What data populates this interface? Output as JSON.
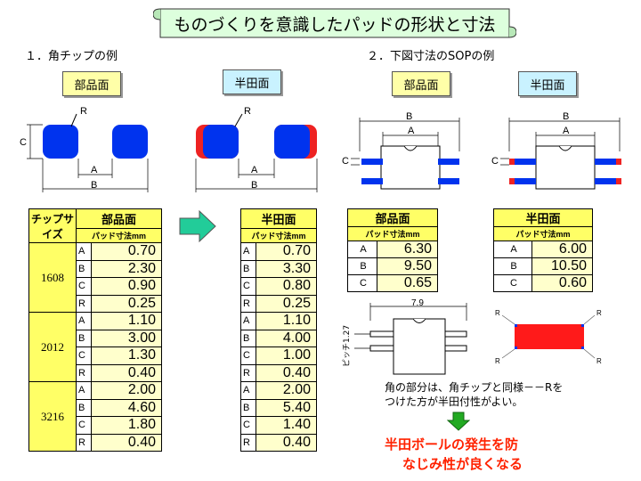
{
  "title": "ものづくりを意識したパッドの形状と寸法",
  "section1": "１．角チップの例",
  "section2": "２．下図寸法のSOPの例",
  "labels": {
    "component_side": "部品面",
    "solder_side": "半田面"
  },
  "diagram_letters": {
    "r": "R",
    "c": "C",
    "a": "A",
    "b": "B"
  },
  "sop_dims": {
    "width": "7.9",
    "pitch": "ピッチ1.27"
  },
  "chip_table": {
    "size_header": "チップサイズ",
    "component_header": "部品面",
    "solder_header": "半田面",
    "pad_dim": "パッド寸法mm",
    "groups": [
      {
        "size": "1608",
        "rows": [
          {
            "l": "A",
            "comp": "0.70",
            "solder": "0.70"
          },
          {
            "l": "B",
            "comp": "2.30",
            "solder": "3.30"
          },
          {
            "l": "C",
            "comp": "0.90",
            "solder": "0.80"
          },
          {
            "l": "R",
            "comp": "0.25",
            "solder": "0.25"
          }
        ]
      },
      {
        "size": "2012",
        "rows": [
          {
            "l": "A",
            "comp": "1.10",
            "solder": "1.10"
          },
          {
            "l": "B",
            "comp": "3.00",
            "solder": "4.00"
          },
          {
            "l": "C",
            "comp": "1.30",
            "solder": "1.00"
          },
          {
            "l": "R",
            "comp": "0.40",
            "solder": "0.40"
          }
        ]
      },
      {
        "size": "3216",
        "rows": [
          {
            "l": "A",
            "comp": "2.00",
            "solder": "2.00"
          },
          {
            "l": "B",
            "comp": "4.60",
            "solder": "5.40"
          },
          {
            "l": "C",
            "comp": "1.80",
            "solder": "1.40"
          },
          {
            "l": "R",
            "comp": "0.40",
            "solder": "0.40"
          }
        ]
      }
    ]
  },
  "sop_table": {
    "component_header": "部品面",
    "solder_header": "半田面",
    "pad_dim": "パッド寸法mm",
    "rows": [
      {
        "l": "A",
        "comp": "6.30",
        "solder": "6.00"
      },
      {
        "l": "B",
        "comp": "9.50",
        "solder": "10.50"
      },
      {
        "l": "C",
        "comp": "0.65",
        "solder": "0.60"
      }
    ]
  },
  "note_line1": "角の部分は、角チップと同様－－Rを",
  "note_line2": "つけた方が半田付性がよい。",
  "result_line1": "半田ボールの発生を防",
  "result_line2": "なじみ性が良くなる"
}
